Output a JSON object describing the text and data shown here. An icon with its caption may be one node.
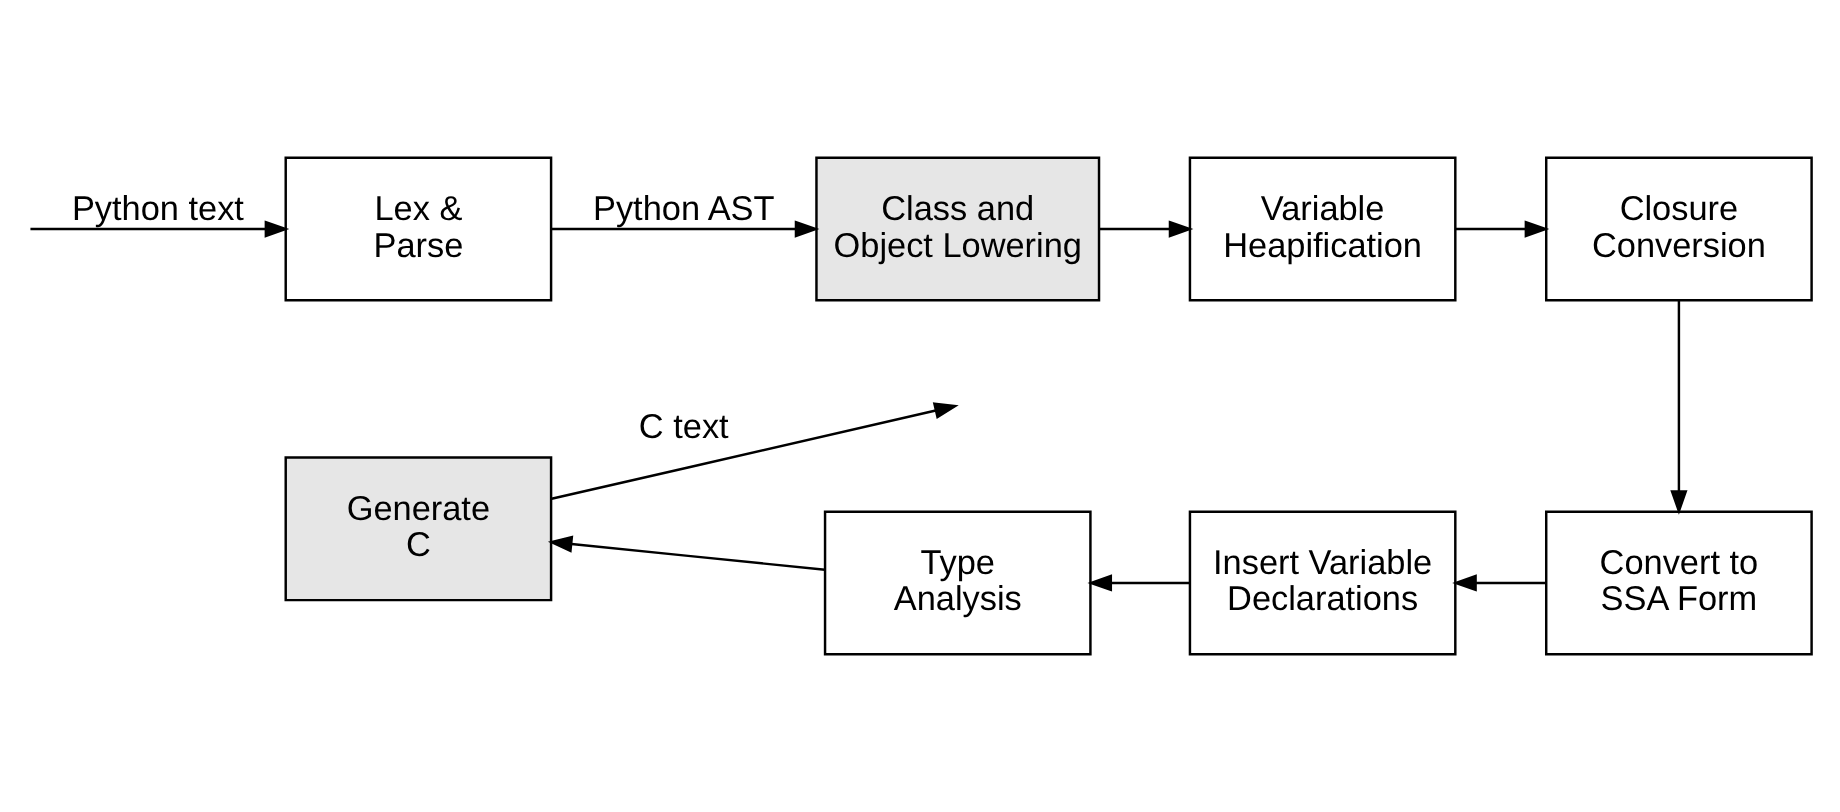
{
  "diagram": {
    "nodes": [
      {
        "text": [
          "Lex & Parse"
        ]
      },
      {
        "text": [
          "Class and Object Lowering"
        ]
      },
      {
        "text": [
          "Variable Heapification"
        ]
      },
      {
        "text": [
          "Closure Conversion"
        ]
      },
      {
        "text": [
          "Convert to SSA Form"
        ]
      },
      {
        "text": [
          "Insert Variable Declarations"
        ]
      },
      {
        "text": [
          "Type Analysis"
        ]
      },
      {
        "text": [
          "Generate C"
        ]
      }
    ],
    "edges": [
      {
        "from": null,
        "to": 0,
        "arrow": "to",
        "label": "Python text"
      },
      {
        "from": 0,
        "to": 1,
        "arrow": "to",
        "label": "Python AST"
      },
      {
        "from": 1,
        "to": 2,
        "arrow": "to"
      },
      {
        "from": 2,
        "to": 3,
        "arrow": "to"
      },
      {
        "from": 3,
        "to": 4,
        "arrow": "to"
      },
      {
        "from": 4,
        "to": 5,
        "arrow": "to"
      },
      {
        "from": 5,
        "to": 6,
        "arrow": "to"
      },
      {
        "from": 6,
        "to": 7,
        "arrow": "to"
      },
      {
        "from": 7,
        "to": null,
        "arrow": "to",
        "label": "C text"
      }
    ]
  }
}
